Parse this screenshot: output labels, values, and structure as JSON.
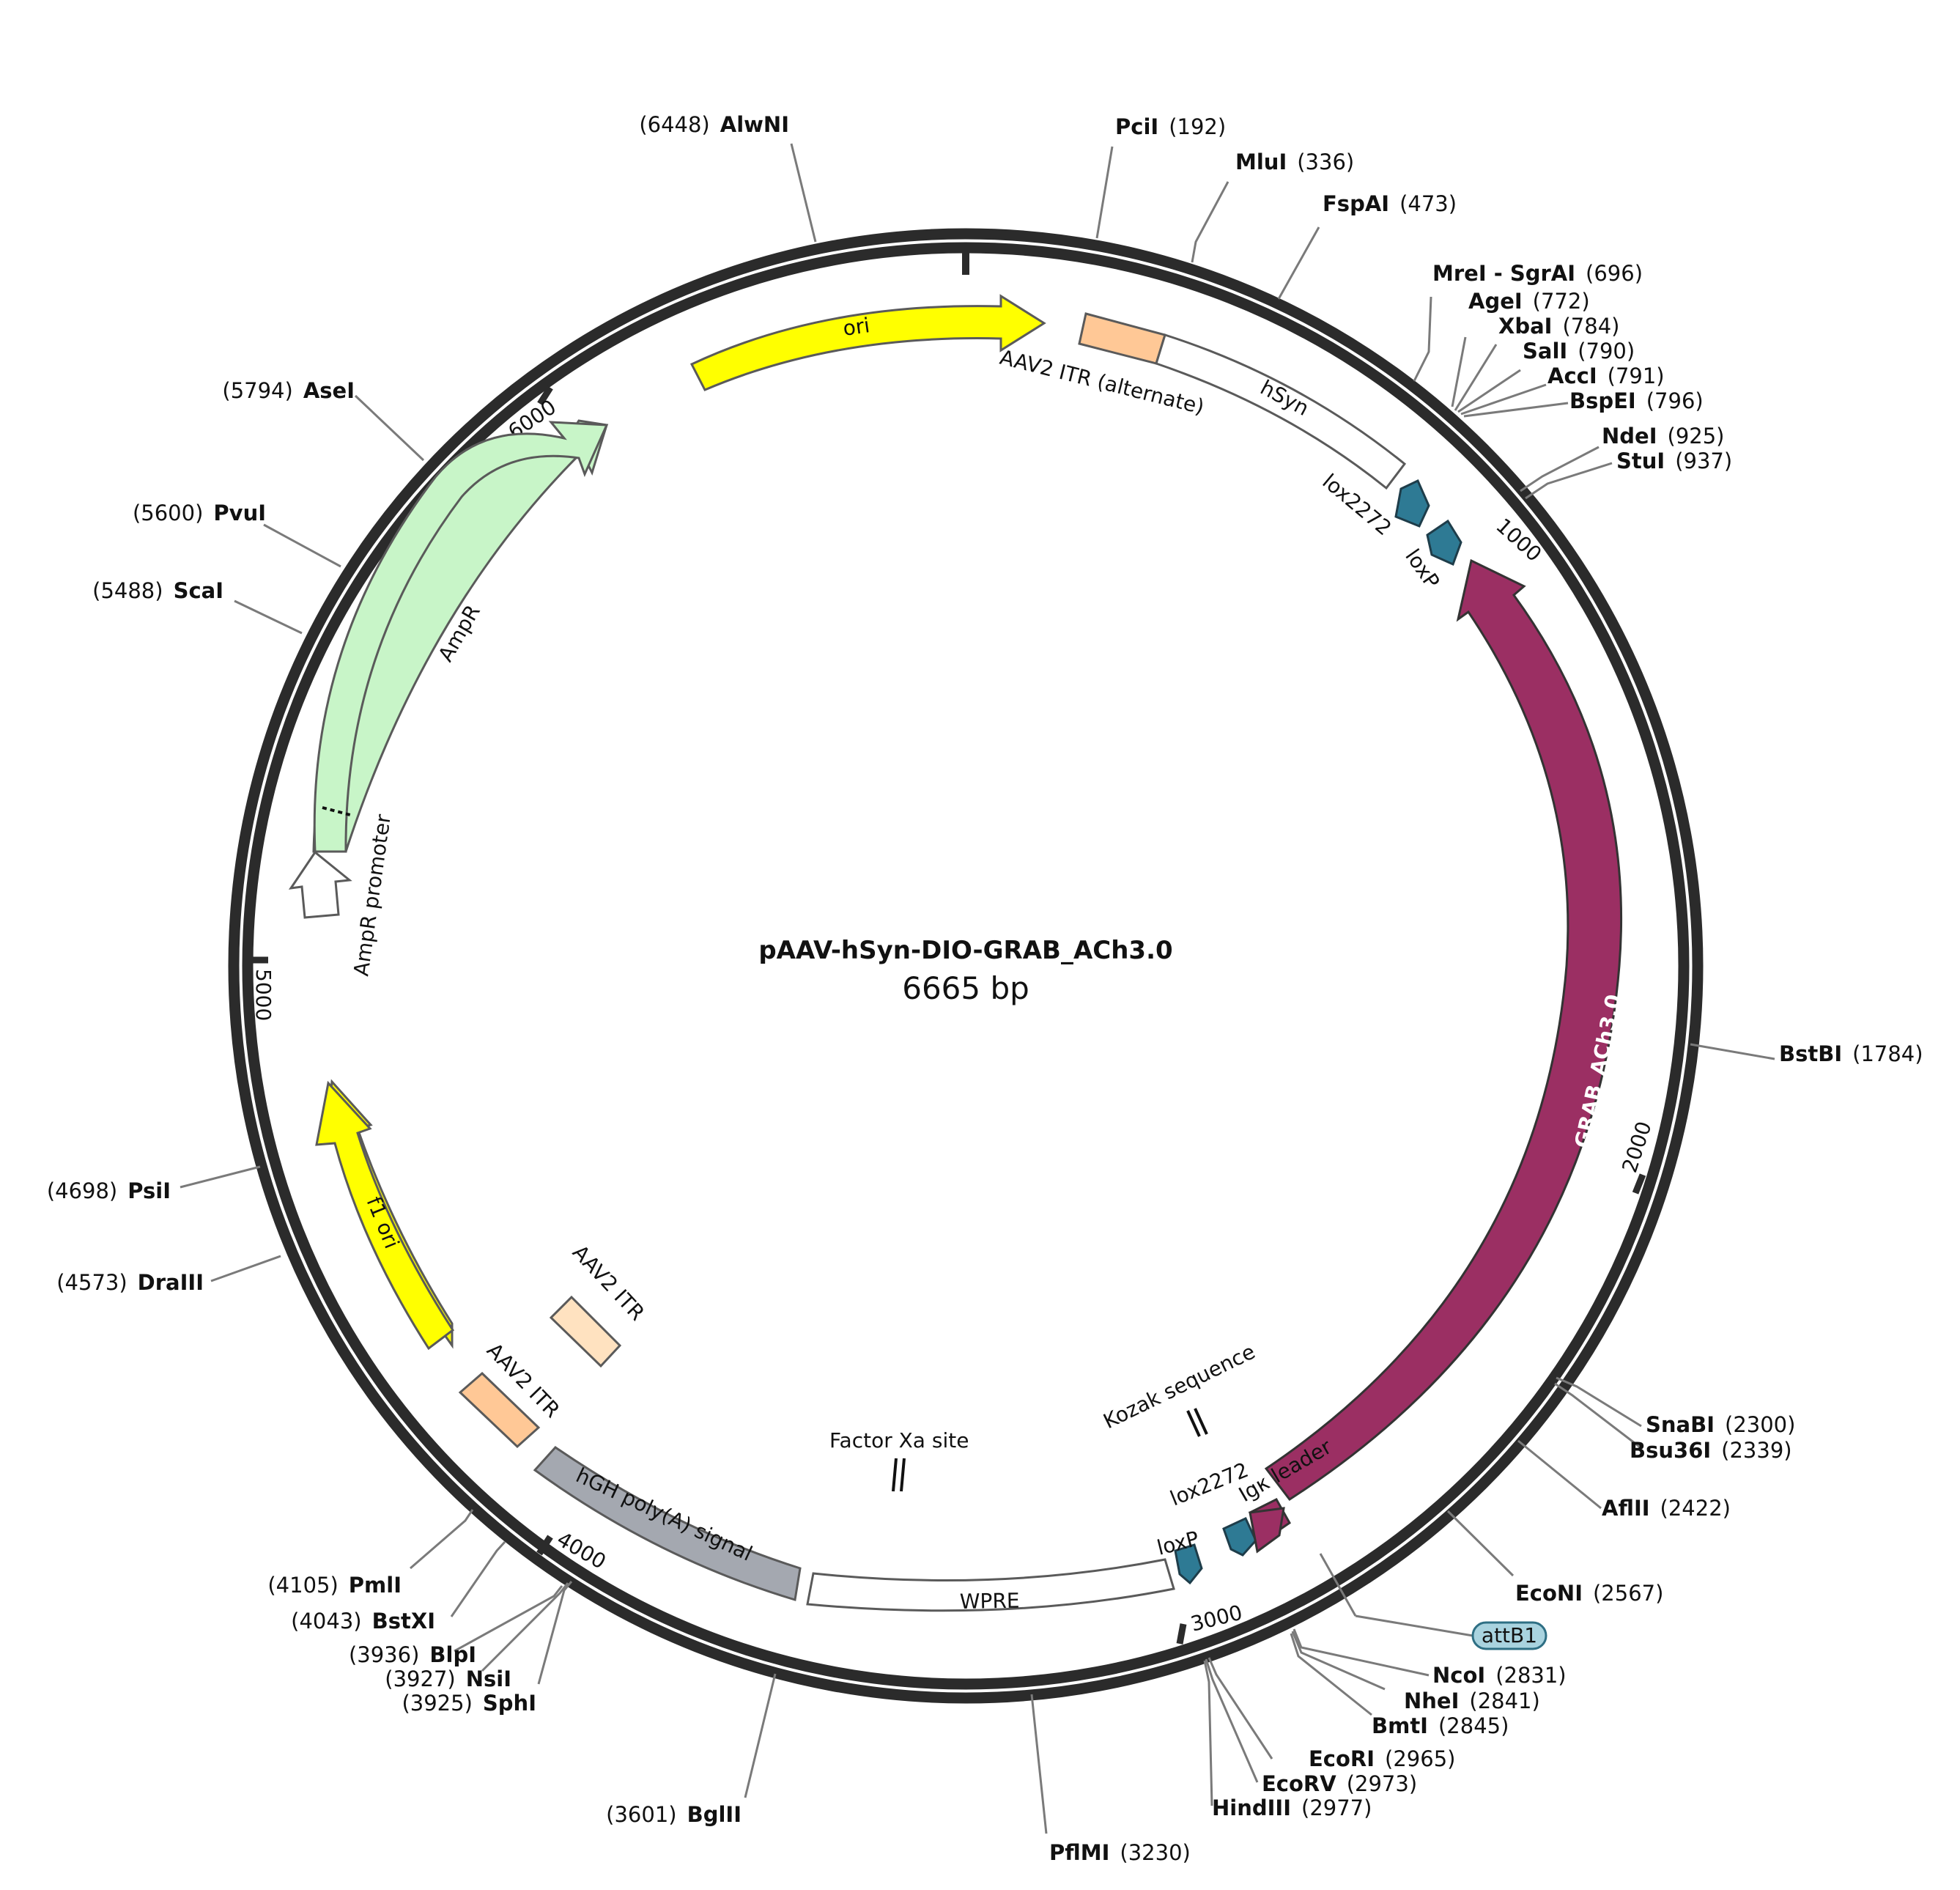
{
  "plasmid": {
    "name": "pAAV-hSyn-DIO-GRAB_ACh3.0",
    "length_label": "6665 bp",
    "length_bp": 6665
  },
  "tick_marks": [
    {
      "bp": 0,
      "label": ""
    },
    {
      "bp": 1000,
      "label": "1000"
    },
    {
      "bp": 2000,
      "label": "2000"
    },
    {
      "bp": 3000,
      "label": "3000"
    },
    {
      "bp": 4000,
      "label": "4000"
    },
    {
      "bp": 5000,
      "label": "5000"
    },
    {
      "bp": 6000,
      "label": "6000"
    }
  ],
  "restriction_sites": [
    {
      "name": "PciI",
      "pos": "(192)",
      "bp": 192
    },
    {
      "name": "MluI",
      "pos": "(336)",
      "bp": 336
    },
    {
      "name": "FspAI",
      "pos": "(473)",
      "bp": 473
    },
    {
      "name": "MreI - SgrAI",
      "pos": "(696)",
      "bp": 696
    },
    {
      "name": "AgeI",
      "pos": "(772)",
      "bp": 772
    },
    {
      "name": "XbaI",
      "pos": "(784)",
      "bp": 784
    },
    {
      "name": "SalI",
      "pos": "(790)",
      "bp": 790
    },
    {
      "name": "AccI",
      "pos": "(791)",
      "bp": 791
    },
    {
      "name": "BspEI",
      "pos": "(796)",
      "bp": 796
    },
    {
      "name": "NdeI",
      "pos": "(925)",
      "bp": 925
    },
    {
      "name": "StuI",
      "pos": "(937)",
      "bp": 937
    },
    {
      "name": "BstBI",
      "pos": "(1784)",
      "bp": 1784
    },
    {
      "name": "SnaBI",
      "pos": "(2300)",
      "bp": 2300
    },
    {
      "name": "Bsu36I",
      "pos": "(2339)",
      "bp": 2339
    },
    {
      "name": "AflII",
      "pos": "(2422)",
      "bp": 2422
    },
    {
      "name": "EcoNI",
      "pos": "(2567)",
      "bp": 2567
    },
    {
      "name": "NcoI",
      "pos": "(2831)",
      "bp": 2831
    },
    {
      "name": "NheI",
      "pos": "(2841)",
      "bp": 2841
    },
    {
      "name": "BmtI",
      "pos": "(2845)",
      "bp": 2845
    },
    {
      "name": "EcoRI",
      "pos": "(2965)",
      "bp": 2965
    },
    {
      "name": "EcoRV",
      "pos": "(2973)",
      "bp": 2973
    },
    {
      "name": "HindIII",
      "pos": "(2977)",
      "bp": 2977
    },
    {
      "name": "PflMI",
      "pos": "(3230)",
      "bp": 3230
    },
    {
      "name": "BglII",
      "pos": "(3601)",
      "bp": 3601
    },
    {
      "name": "SphI",
      "pos": "(3925)",
      "bp": 3925
    },
    {
      "name": "NsiI",
      "pos": "(3927)",
      "bp": 3927
    },
    {
      "name": "BlpI",
      "pos": "(3936)",
      "bp": 3936
    },
    {
      "name": "BstXI",
      "pos": "(4043)",
      "bp": 4043
    },
    {
      "name": "PmlI",
      "pos": "(4105)",
      "bp": 4105
    },
    {
      "name": "DraIII",
      "pos": "(4573)",
      "bp": 4573
    },
    {
      "name": "PsiI",
      "pos": "(4698)",
      "bp": 4698
    },
    {
      "name": "ScaI",
      "pos": "(5488)",
      "bp": 5488
    },
    {
      "name": "PvuI",
      "pos": "(5600)",
      "bp": 5600
    },
    {
      "name": "AseI",
      "pos": "(5794)",
      "bp": 5794
    },
    {
      "name": "AlwNI",
      "pos": "(6448)",
      "bp": 6448
    }
  ],
  "features": [
    {
      "name": "ori",
      "color": "#ffff00"
    },
    {
      "name": "AAV2 ITR (alternate)",
      "color": "#ffc896"
    },
    {
      "name": "hSyn",
      "color": "#ffffff"
    },
    {
      "name": "lox2272",
      "color": "#2e7a94"
    },
    {
      "name": "loxP",
      "color": "#2e7a94"
    },
    {
      "name": "GRAB_ACh3.0",
      "color": "#9b2f63"
    },
    {
      "name": "Igκ leader",
      "color": "#9b2f63"
    },
    {
      "name": "lox2272",
      "color": "#2e7a94"
    },
    {
      "name": "loxP",
      "color": "#2e7a94"
    },
    {
      "name": "Kozak sequence",
      "color": "#111111"
    },
    {
      "name": "Factor Xa site",
      "color": "#111111"
    },
    {
      "name": "WPRE",
      "color": "#ffffff"
    },
    {
      "name": "hGH poly(A) signal",
      "color": "#a4a8b0"
    },
    {
      "name": "AAV2 ITR",
      "color": "#ffc896"
    },
    {
      "name": "AAV2 ITR",
      "color": "#ffe2c0"
    },
    {
      "name": "f1 ori",
      "color": "#ffff00"
    },
    {
      "name": "AmpR promoter",
      "color": "#ffffff"
    },
    {
      "name": "AmpR",
      "color": "#c8f5c8"
    },
    {
      "name": "attB1",
      "color": "#a9d3df"
    }
  ]
}
